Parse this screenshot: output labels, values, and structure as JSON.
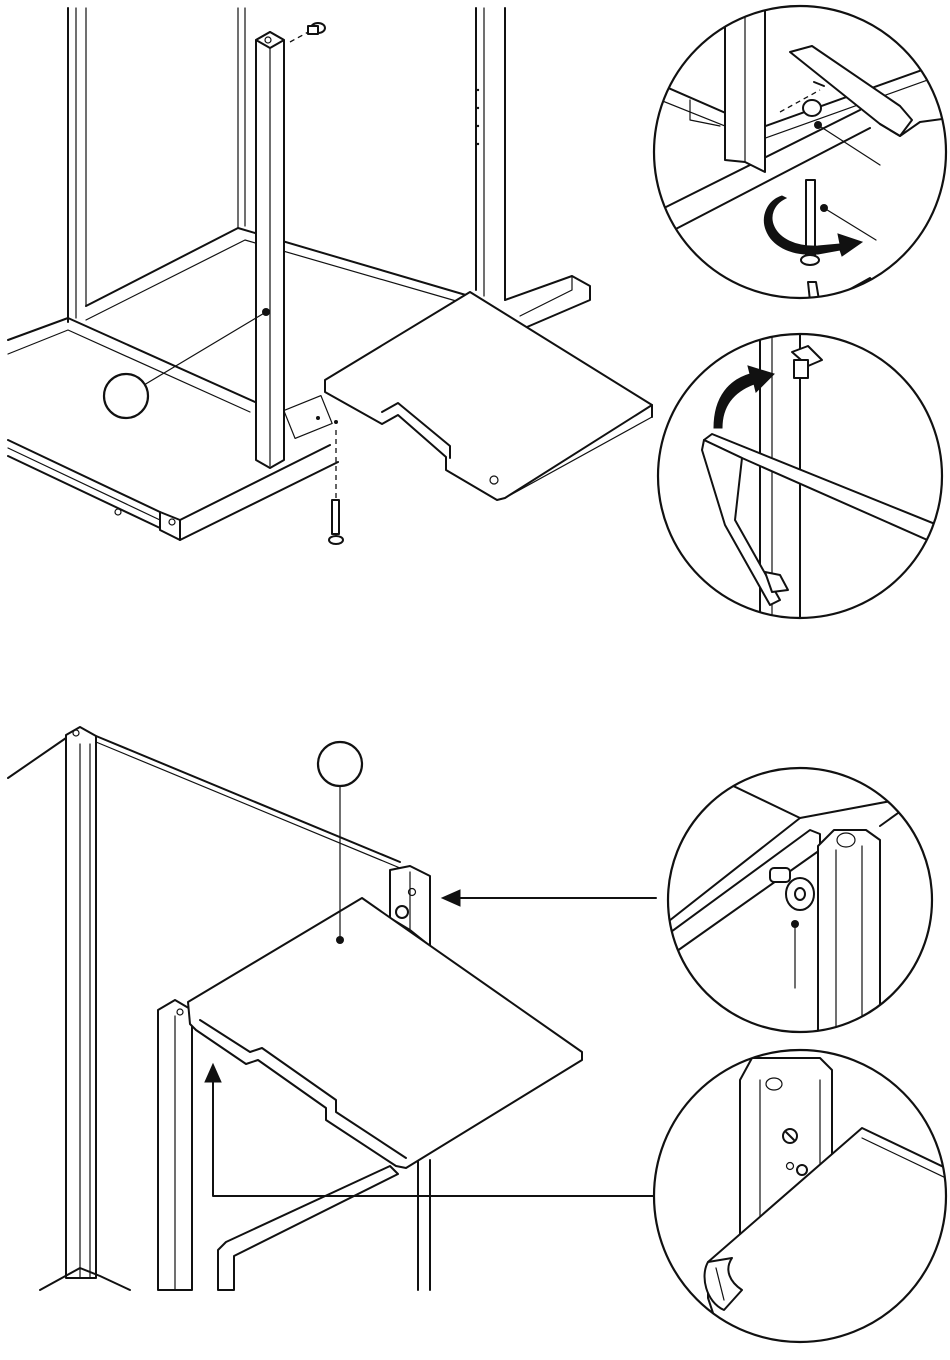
{
  "sheet": {
    "title": "",
    "panels": [
      {
        "id": "panel-top",
        "callouts": [
          "",
          ""
        ],
        "details": [
          "detail-pin-rotate",
          "detail-shelf-tilt"
        ]
      },
      {
        "id": "panel-bottom",
        "callouts": [
          ""
        ],
        "details": [
          "detail-peg-washer",
          "detail-shelf-notch"
        ]
      }
    ]
  },
  "icons": {
    "rotate": "rotate-arrow-icon",
    "lift": "curved-up-arrow-icon",
    "pointer": "straight-arrow-icon"
  },
  "colors": {
    "line": "#111111",
    "background": "#ffffff"
  }
}
